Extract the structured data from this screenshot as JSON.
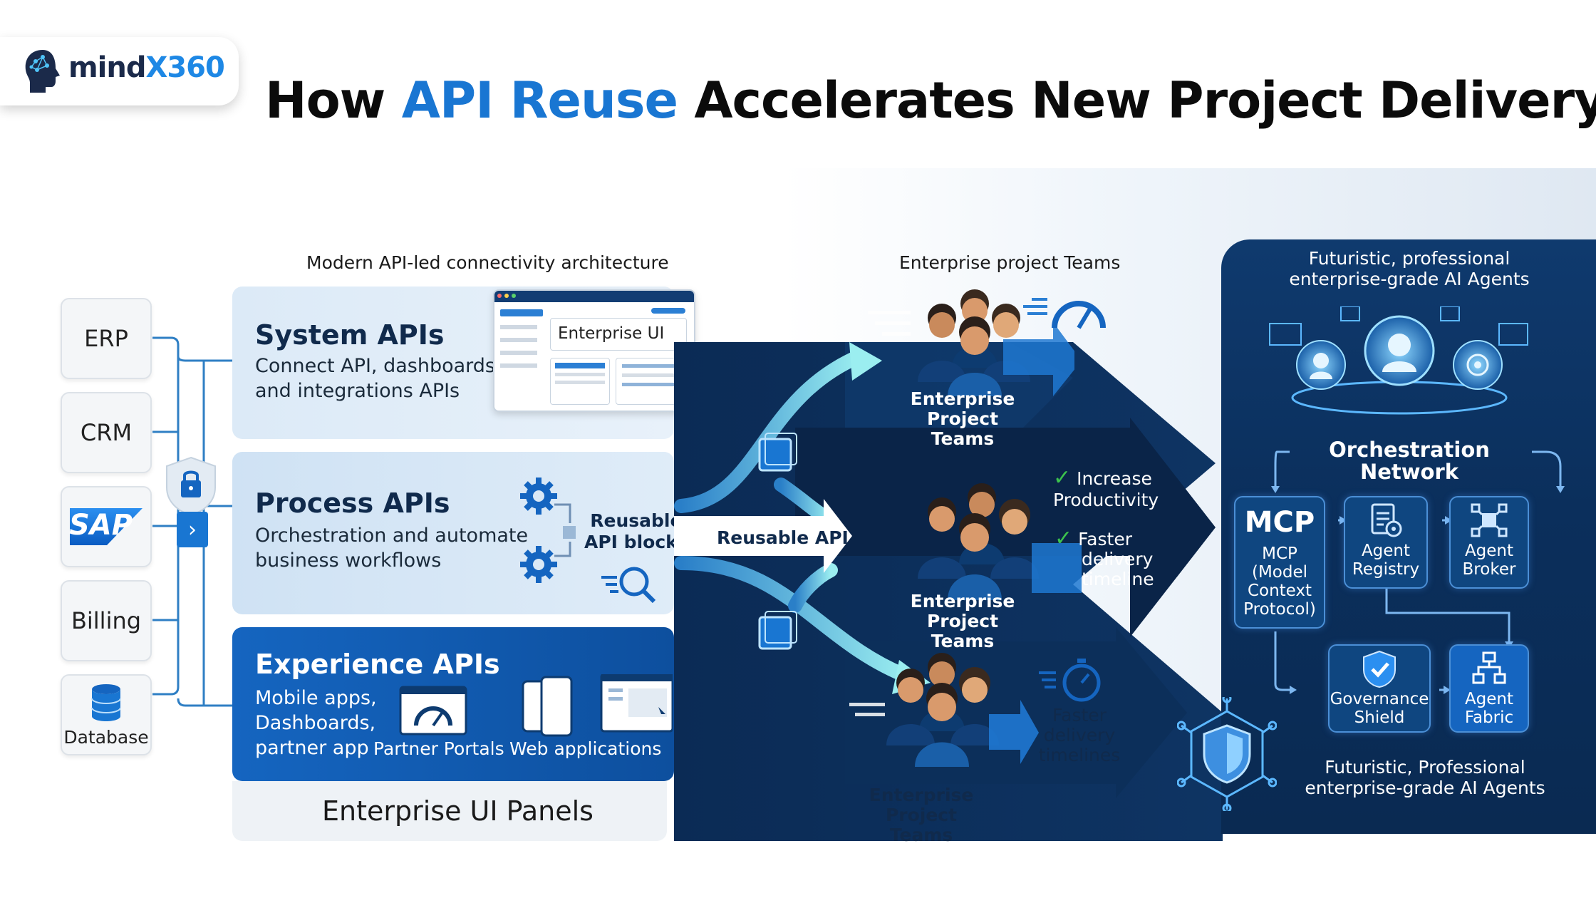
{
  "brand": {
    "logo_text_1": "mind",
    "logo_text_2": "X360"
  },
  "title": {
    "part1": "How ",
    "highlight": "API Reuse",
    "part2": " Accelerates New Project Delivery"
  },
  "captions": {
    "architecture": "Modern API-led connectivity architecture",
    "teams": "Enterprise project Teams",
    "agents_top_1": "Futuristic, professional",
    "agents_top_2": "enterprise-grade AI Agents",
    "agents_bottom_1": "Futuristic, Professional",
    "agents_bottom_2": "enterprise-grade AI Agents",
    "ui_panels": "Enterprise UI Panels"
  },
  "sources": [
    "ERP",
    "CRM",
    "SAP",
    "Billing",
    "Database"
  ],
  "system_apis": {
    "title": "System APIs",
    "line1": "Connect API, dashboards,",
    "line2": "and integrations APIs",
    "mock_label": "Enterprise UI"
  },
  "process_apis": {
    "title": "Process APIs",
    "line1": "Orchestration and automate",
    "line2": "business workflows",
    "blocks_1": "Reusable",
    "blocks_2": "API blocks"
  },
  "experience_apis": {
    "title": "Experience APIs",
    "line1": "Mobile apps,",
    "line2": "Dashboards,",
    "line3": "partner app",
    "portals": "Partner Portals",
    "web": "Web applications"
  },
  "reusable_api": "Reusable API",
  "teams": {
    "t1_1": "Enterprise Project",
    "t1_2": "Teams",
    "t2_1": "Enterprise Project",
    "t2_2": "Teams",
    "t3_1": "Enterprise Project",
    "t3_2": "Teams"
  },
  "benefits": {
    "b1_1": "Increase",
    "b1_2": "Productivity",
    "b2_1": "Faster",
    "b2_2": "delivery",
    "b2_3": "timeline",
    "b3_1": "Faster",
    "b3_2": "delivery",
    "b3_3": "timelines"
  },
  "orchestration": {
    "title_1": "Orchestration",
    "title_2": "Network",
    "mcp_big": "MCP",
    "mcp_1": "MCP",
    "mcp_2": "(Model",
    "mcp_3": "Context",
    "mcp_4": "Protocol)",
    "registry_1": "Agent",
    "registry_2": "Registry",
    "broker_1": "Agent",
    "broker_2": "Broker",
    "gov_1": "Governance",
    "gov_2": "Shield",
    "fabric_1": "Agent",
    "fabric_2": "Fabric"
  },
  "colors": {
    "accent": "#1976d2",
    "dark": "#0b2f5c",
    "cyan": "#7fe3e8",
    "green": "#2e9e3f"
  }
}
